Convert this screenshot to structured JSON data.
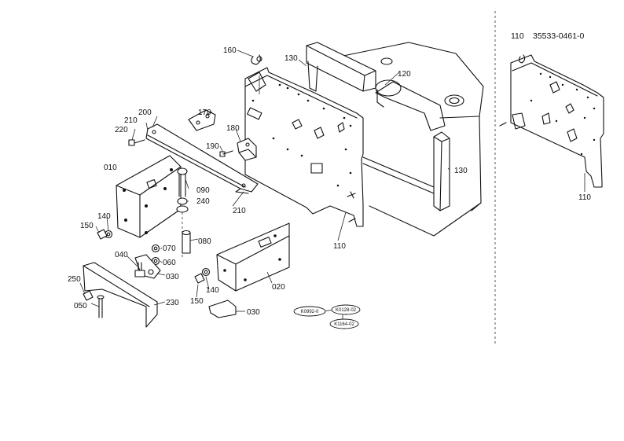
{
  "inset": {
    "part_no": "110",
    "code": "35533-0461-0",
    "label": "110"
  },
  "callouts": {
    "c160": "160",
    "c130a": "130",
    "c120": "120",
    "c170": "170",
    "c200": "200",
    "c210a": "210",
    "c220": "220",
    "c180": "180",
    "c190": "190",
    "c010": "010",
    "c090": "090",
    "c240": "240",
    "c210b": "210",
    "c130b": "130",
    "c140a": "140",
    "c150a": "150",
    "c110": "110",
    "c080": "080",
    "c070": "070",
    "c040": "040",
    "c060": "060",
    "c030a": "030",
    "c250": "250",
    "c050": "050",
    "c230": "230",
    "c020": "020",
    "c140b": "140",
    "c150b": "150",
    "c030b": "030"
  },
  "refs": {
    "r1": "K0992-0",
    "r2": "K0128-02",
    "r3": "K1164-02"
  }
}
